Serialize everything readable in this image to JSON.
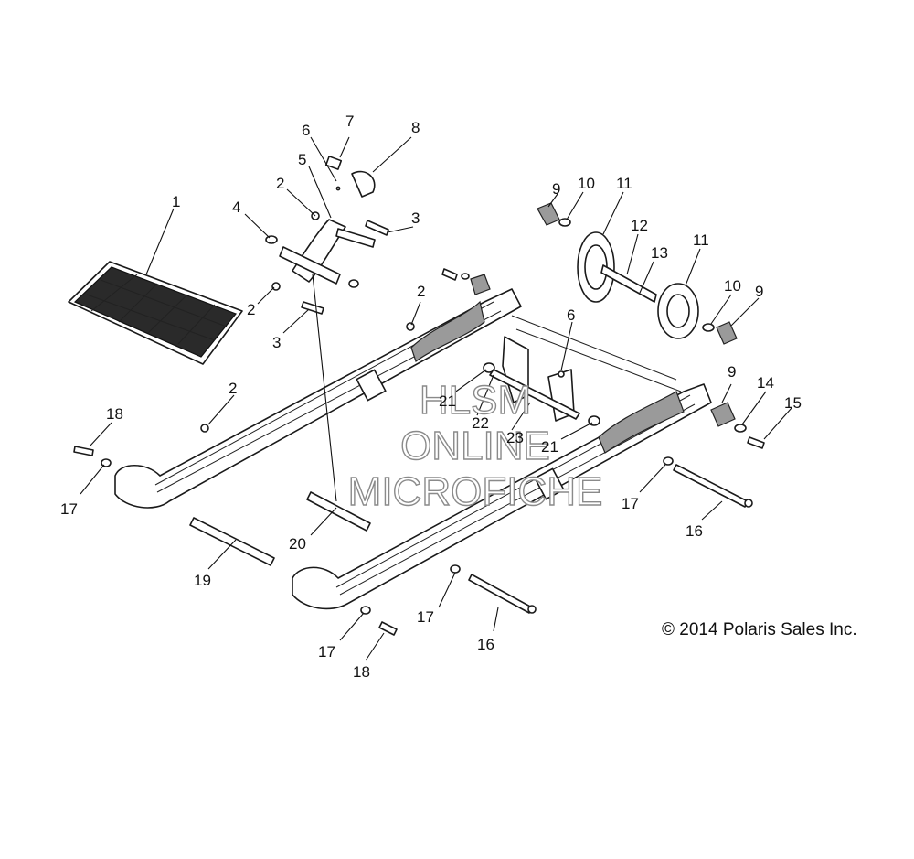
{
  "diagram": {
    "callouts": [
      "1",
      "2",
      "3",
      "4",
      "5",
      "6",
      "7",
      "8",
      "9",
      "10",
      "11",
      "12",
      "13",
      "14",
      "15",
      "16",
      "17",
      "18",
      "19",
      "20",
      "21",
      "22",
      "23"
    ],
    "watermark": {
      "line1": "HLSM",
      "line2": "ONLINE",
      "line3": "MICROFICHE"
    },
    "copyright": "© 2014 Polaris Sales Inc."
  }
}
